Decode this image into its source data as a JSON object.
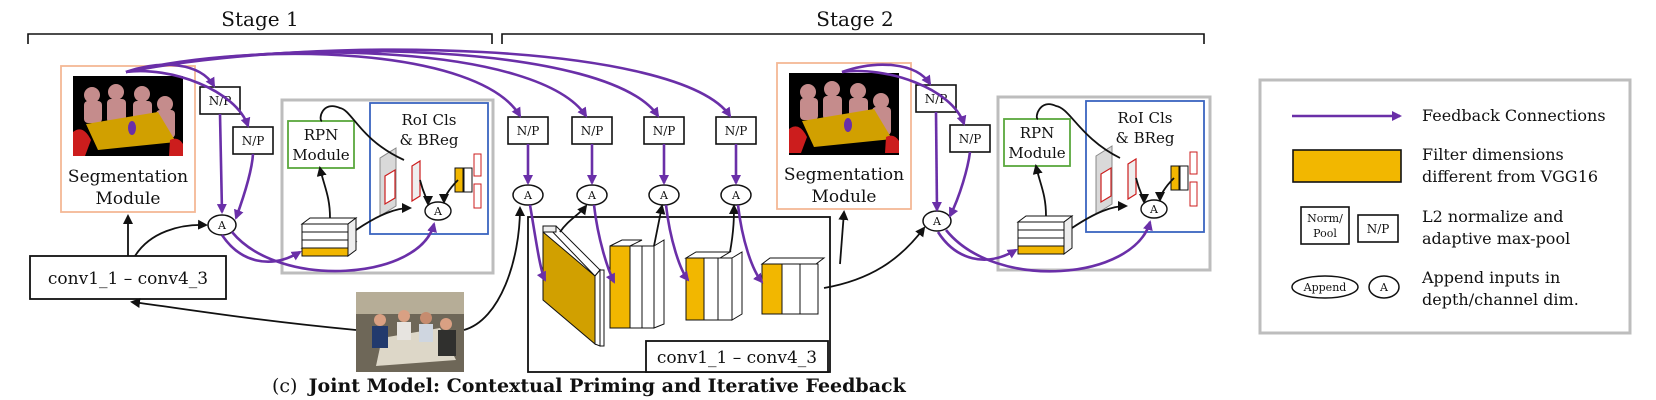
{
  "stages": {
    "stage1": "Stage 1",
    "stage2": "Stage 2"
  },
  "modules": {
    "segmentation": [
      "Segmentation",
      "Module"
    ],
    "rpn": [
      "RPN",
      "Module"
    ],
    "roi": [
      "RoI Cls",
      "& BReg"
    ],
    "backbone": "conv1_1 – conv4_3"
  },
  "tokens": {
    "norm_pool": "N/P",
    "append": "A"
  },
  "legend": {
    "feedback": "Feedback Connections",
    "filter": [
      "Filter dimensions",
      "different from VGG16"
    ],
    "normpool_box": [
      "Norm/",
      "Pool"
    ],
    "normpool": [
      "L2 normalize and",
      "adaptive max-pool"
    ],
    "append_box": "Append",
    "append": [
      "Append inputs in",
      "depth/channel dim."
    ]
  },
  "caption": {
    "prefix": "(c)",
    "title": "Joint Model: Contextual Priming and Iterative Feedback"
  },
  "colors": {
    "feedback": "#6a2fa8",
    "filter": "#f2b700",
    "seg_border": "#f4b895",
    "rpn_border": "#5aa83c",
    "roi_border": "#3a64c0",
    "panel": "#bdbdbd",
    "seg_person": "#c58c8c",
    "seg_table": "#d1a000",
    "seg_chair": "#cc1d1d"
  }
}
